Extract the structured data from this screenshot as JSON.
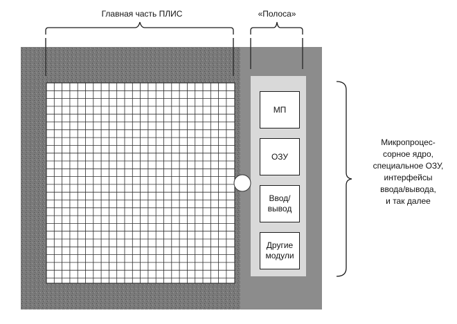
{
  "labels": {
    "fpga_main": "Главная часть ПЛИС",
    "strip": "«Полоса»"
  },
  "description_lines": [
    "Микропроцес-",
    "сорное ядро,",
    "специальное ОЗУ,",
    "интерфейсы",
    "ввода/вывода,",
    "и так далее"
  ],
  "modules": [
    {
      "lines": [
        "МП"
      ]
    },
    {
      "lines": [
        "ОЗУ"
      ]
    },
    {
      "lines": [
        "Ввод/",
        "вывод"
      ]
    },
    {
      "lines": [
        "Другие",
        "модули"
      ]
    }
  ],
  "colors": {
    "chip_border": "#6b6b6b",
    "strip_fill": "#9a9a9a",
    "grid_line": "#2a2a2a"
  }
}
